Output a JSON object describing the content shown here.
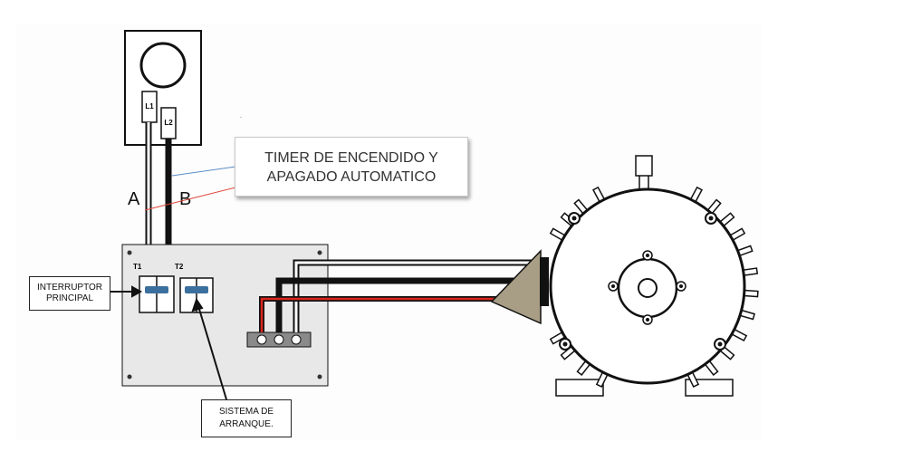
{
  "labels": {
    "timer_line1": "TIMER DE ENCENDIDO Y",
    "timer_line2": "APAGADO AUTOMATICO",
    "interruptor_line1": "INTERRUPTOR",
    "interruptor_line2": "PRINCIPAL",
    "arranque_line1": "SISTEMA DE",
    "arranque_line2": "ARRANQUE.",
    "wire_a": "A",
    "wire_b": "B",
    "l1": "L1",
    "l2": "L2",
    "t1": "T1",
    "t2": "T2"
  },
  "colors": {
    "wire_black": "#111111",
    "wire_red": "#d9251d",
    "pointer_blue": "#5b8cc7",
    "pointer_red": "#e0453a",
    "panel_gray": "#e8e8e8",
    "terminal_gray": "#8a8a8a",
    "junction_box": "#a89e86",
    "contact_blue": "#3a6f9e"
  }
}
